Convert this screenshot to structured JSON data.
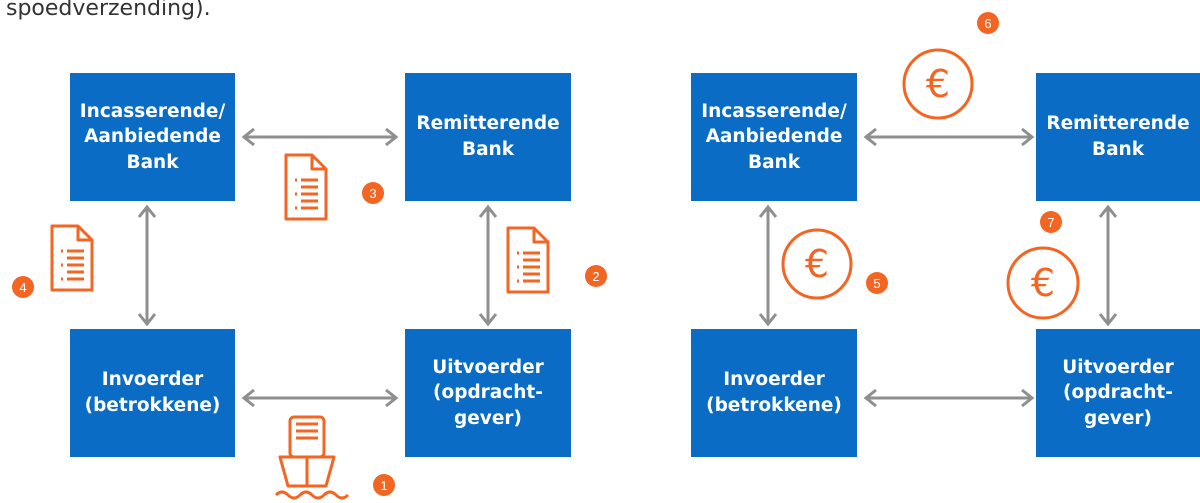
{
  "intro_text": "spoedverzending).",
  "accent_colors": {
    "box": "#0a6cc4",
    "icon": "#f26522",
    "arrow": "#8f8f8f"
  },
  "left_diagram": {
    "boxes": {
      "top_left": "Incasserende/\nAanbiedende\nBank",
      "top_right": "Remitterende\nBank",
      "bottom_left": "Invoerder\n(betrokkene)",
      "bottom_right": "Uitvoerder\n(opdracht-\ngever)"
    },
    "steps": [
      {
        "number": "1",
        "icon": "ship-icon"
      },
      {
        "number": "2",
        "icon": "document-icon"
      },
      {
        "number": "3",
        "icon": "document-icon"
      },
      {
        "number": "4",
        "icon": "document-icon"
      }
    ]
  },
  "right_diagram": {
    "boxes": {
      "top_left": "Incasserende/\nAanbiedende\nBank",
      "top_right": "Remitterende\nBank",
      "bottom_left": "Invoerder\n(betrokkene)",
      "bottom_right": "Uitvoerder\n(opdracht-\ngever)"
    },
    "steps": [
      {
        "number": "5",
        "icon": "euro-coin-icon",
        "symbol": "€"
      },
      {
        "number": "6",
        "icon": "euro-coin-icon",
        "symbol": "€"
      },
      {
        "number": "7",
        "icon": "euro-coin-icon",
        "symbol": "€"
      }
    ]
  }
}
